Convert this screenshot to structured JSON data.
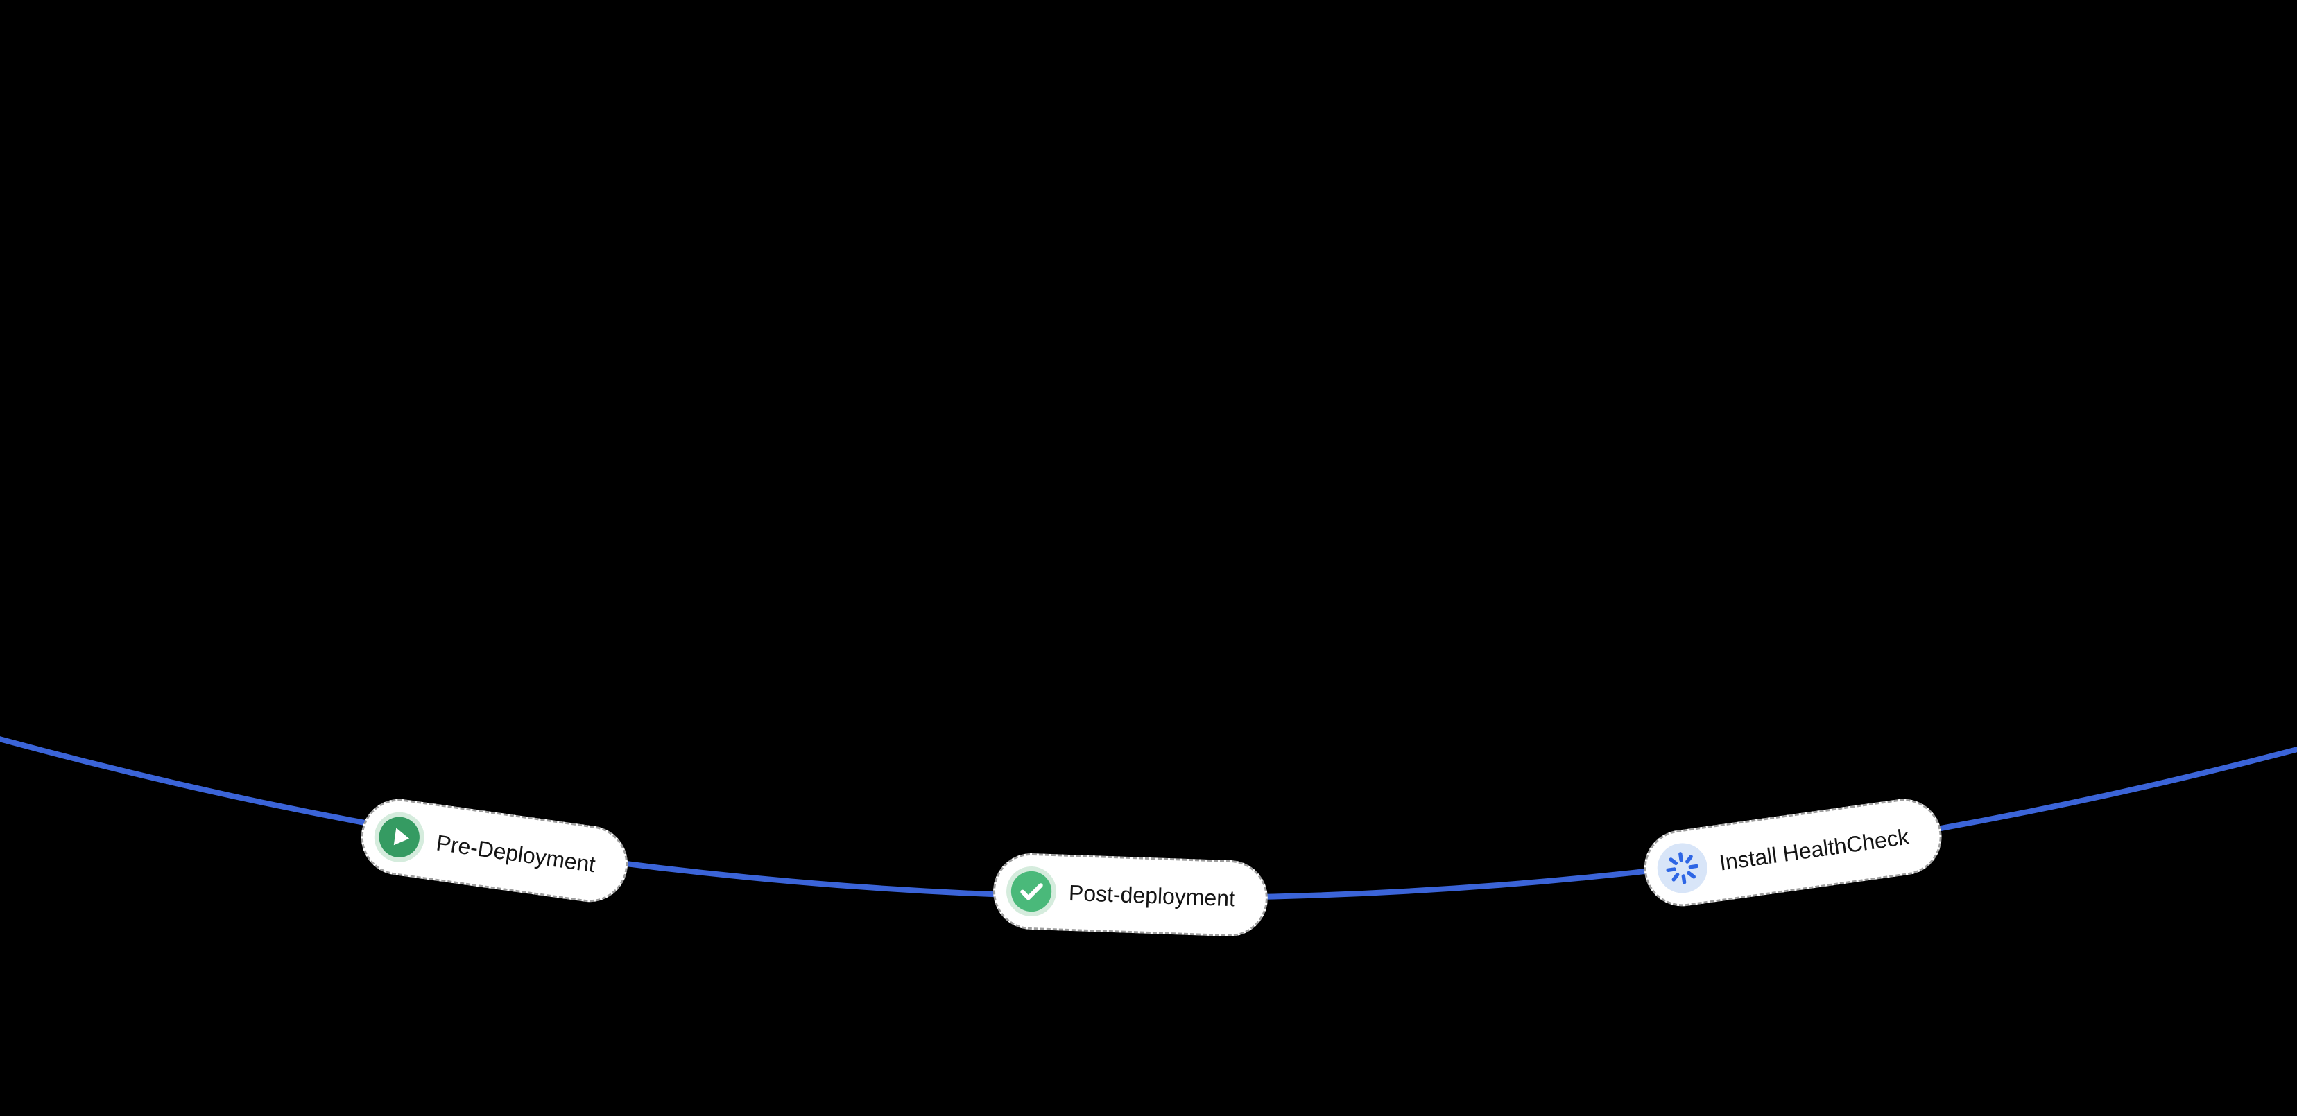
{
  "canvas": {
    "background": "#000000",
    "edge_color": "#3b64d8"
  },
  "nodes": [
    {
      "id": "pre-deployment",
      "label": "Pre-Deployment",
      "icon": "play-icon",
      "icon_ring": "#d5ecdd",
      "icon_bg": "#359b62",
      "icon_glyph": "#ffffff"
    },
    {
      "id": "post-deployment",
      "label": "Post-deployment",
      "icon": "check-icon",
      "icon_ring": "#d5ecdd",
      "icon_bg": "#4ab97a",
      "icon_glyph": "#ffffff"
    },
    {
      "id": "install-healthcheck",
      "label": "Install HealthCheck",
      "icon": "spinner-icon",
      "icon_ring": "#d8e5f8",
      "icon_bg": "#d8e5f8",
      "icon_glyph": "#2e66e5"
    }
  ]
}
